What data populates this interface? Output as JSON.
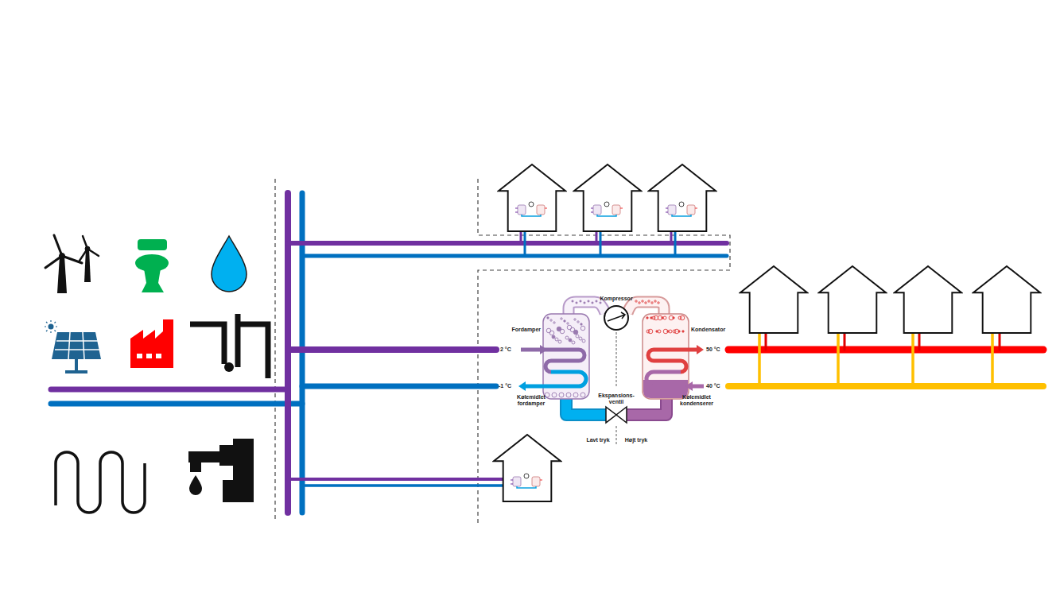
{
  "diagram": {
    "labels": [
      "Kompressor",
      "Fordamper",
      "Kondensator",
      "2 °C",
      "50 °C",
      "-1 °C",
      "40 °C",
      "Kølemidlet fordamper",
      "Ekspansions- ventil",
      "Kølemidlet kondenserer",
      "Lavt tryk",
      "Højt tryk"
    ]
  }
}
